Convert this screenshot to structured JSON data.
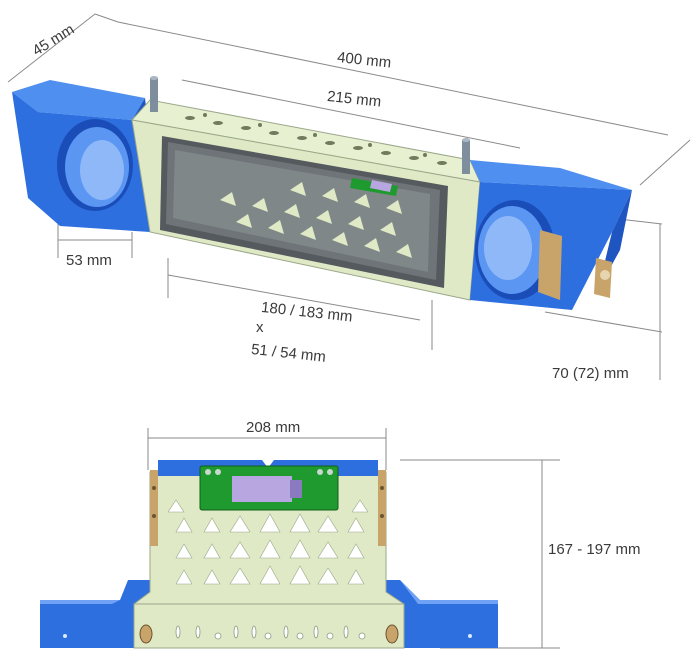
{
  "dimensions": {
    "depth": "45 mm",
    "total_width": "400 mm",
    "inner_width": "215 mm",
    "ring_offset": "53 mm",
    "cutout_width": "180 / 183 mm",
    "cutout_by": "x",
    "cutout_height": "51 / 54 mm",
    "side_height": "70 (72) mm",
    "front_width": "208 mm",
    "front_height": "167 - 197 mm"
  },
  "colors": {
    "bracket_blue": "#2e6fe0",
    "frame_green": "#dfe9c6",
    "pcb_green": "#1f9a2e",
    "bronze": "#c9a46a",
    "dim_line": "#8a8a8a"
  }
}
